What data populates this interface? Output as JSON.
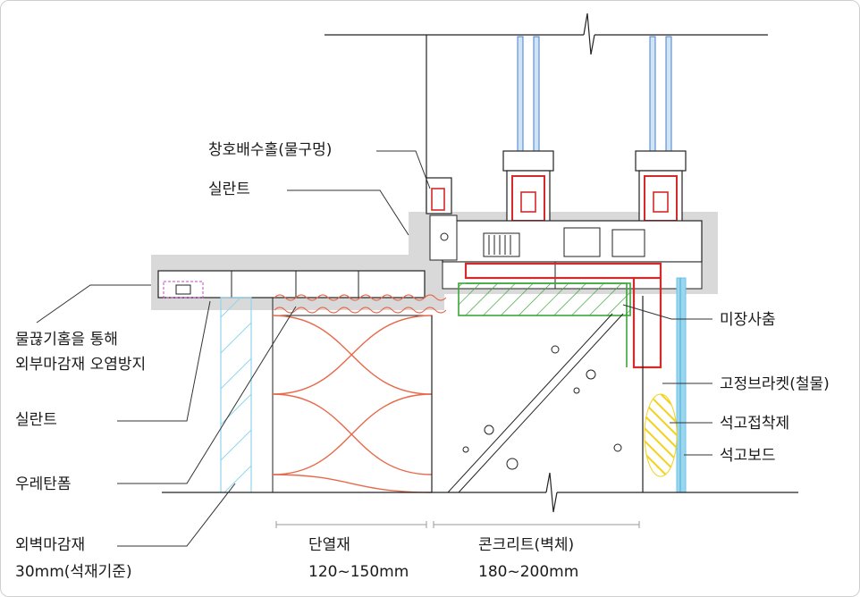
{
  "labels": {
    "drain_hole": "창호배수홀(물구멍)",
    "sealant_top": "실란트",
    "drip_line1": "물끊기홈을 통해",
    "drip_line2": "외부마감재 오염방지",
    "sealant_left": "실란트",
    "urethane": "우레탄폼",
    "exterior_line1": "외벽마감재",
    "exterior_line2": "30mm(석재기준)",
    "insulation_line1": "단열재",
    "insulation_line2": "120~150mm",
    "concrete_line1": "콘크리트(벽체)",
    "concrete_line2": "180~200mm",
    "mortar": "미장사춤",
    "bracket": "고정브라켓(철물)",
    "gypsum_adhesive": "석고접착제",
    "gypsum_board": "석고보드"
  },
  "colors": {
    "frame_red": "#d42a2a",
    "glass_blue": "#7fb6e6",
    "green": "#3aa63a",
    "sill_gray": "#d9d9d9",
    "gypsum_blue": "#6fc2e6",
    "adhesive_yellow": "#f2e34a",
    "insulation_red": "#e8694a"
  }
}
